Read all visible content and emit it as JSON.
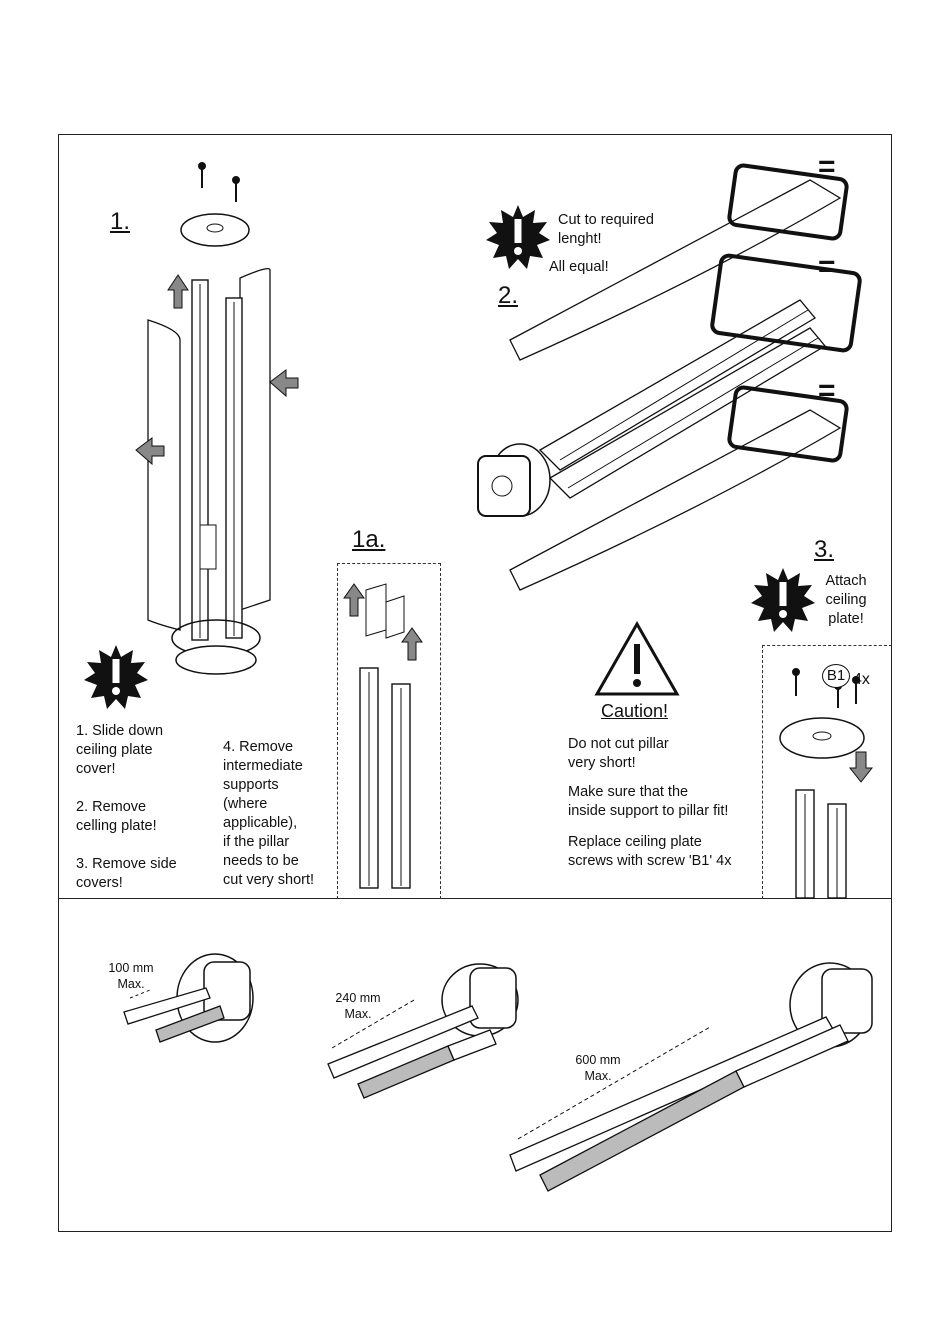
{
  "steps": {
    "s1": "1.",
    "s1a": "1a.",
    "s2": "2.",
    "s3": "3."
  },
  "step1": {
    "col_left": "1. Slide down\nceiling plate\ncover!\n\n2. Remove\ncelling plate!\n\n3. Remove side\ncovers!",
    "col_right": "4. Remove\nintermediate\nsupports\n(where\napplicable),\nif the pillar\nneeds to be\ncut very short!"
  },
  "step2": {
    "cut_note": "Cut to required\nlenght!",
    "all_equal": "All equal!",
    "equal_sign": "="
  },
  "step3": {
    "note": "Attach\nceiling\nplate!",
    "screw_label": "B1",
    "screw_count": "4x"
  },
  "caution": {
    "title": "Caution!",
    "line1": "Do not cut pillar\nvery short!",
    "line2": "Make sure that the\ninside support to pillar fit!",
    "line3": "Replace ceiling plate\nscrews with screw 'B1' 4x"
  },
  "bottom": {
    "max100": "100 mm\nMax.",
    "max240": "240 mm\nMax.",
    "max600": "600 mm\nMax."
  },
  "icons": {
    "warning": "exclamation-starburst-icon",
    "caution": "warning-triangle-icon",
    "arrow": "direction-arrow-icon",
    "screw": "screw-icon"
  }
}
